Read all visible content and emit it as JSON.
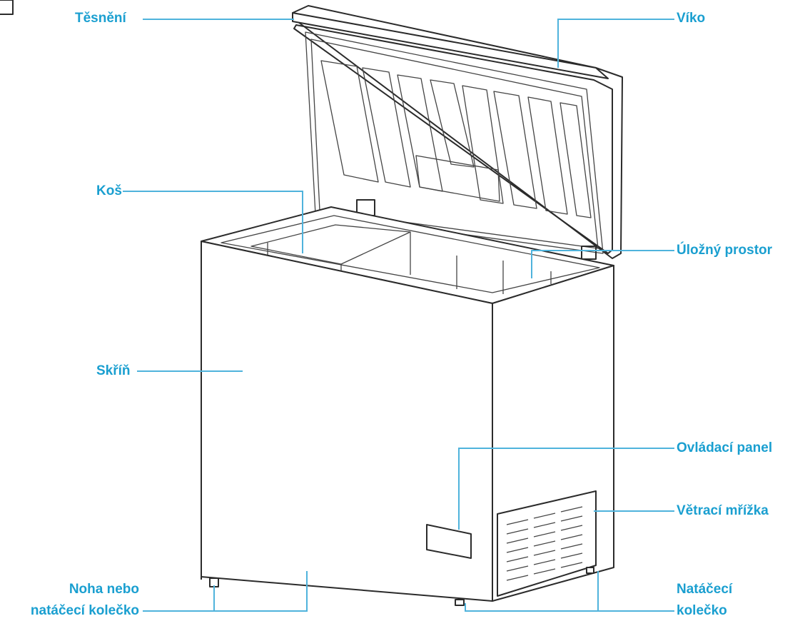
{
  "labels": {
    "tesneni": "Těsnění",
    "viko": "Víko",
    "kos": "Koš",
    "ulozny_prostor": "Úložný prostor",
    "skrin": "Skříň",
    "ovladaci_panel": "Ovládací panel",
    "vetraci_mrizka": "Větrací mřížka",
    "noha_line1": "Noha nebo",
    "noha_line2": "natáčecí kolečko",
    "natacec_line1": "Natáčecí",
    "natacec_line2": "kolečko"
  },
  "colors": {
    "label": "#1a9fd0",
    "leader": "#4fb3dc",
    "drawing": "#2b2b2b"
  }
}
